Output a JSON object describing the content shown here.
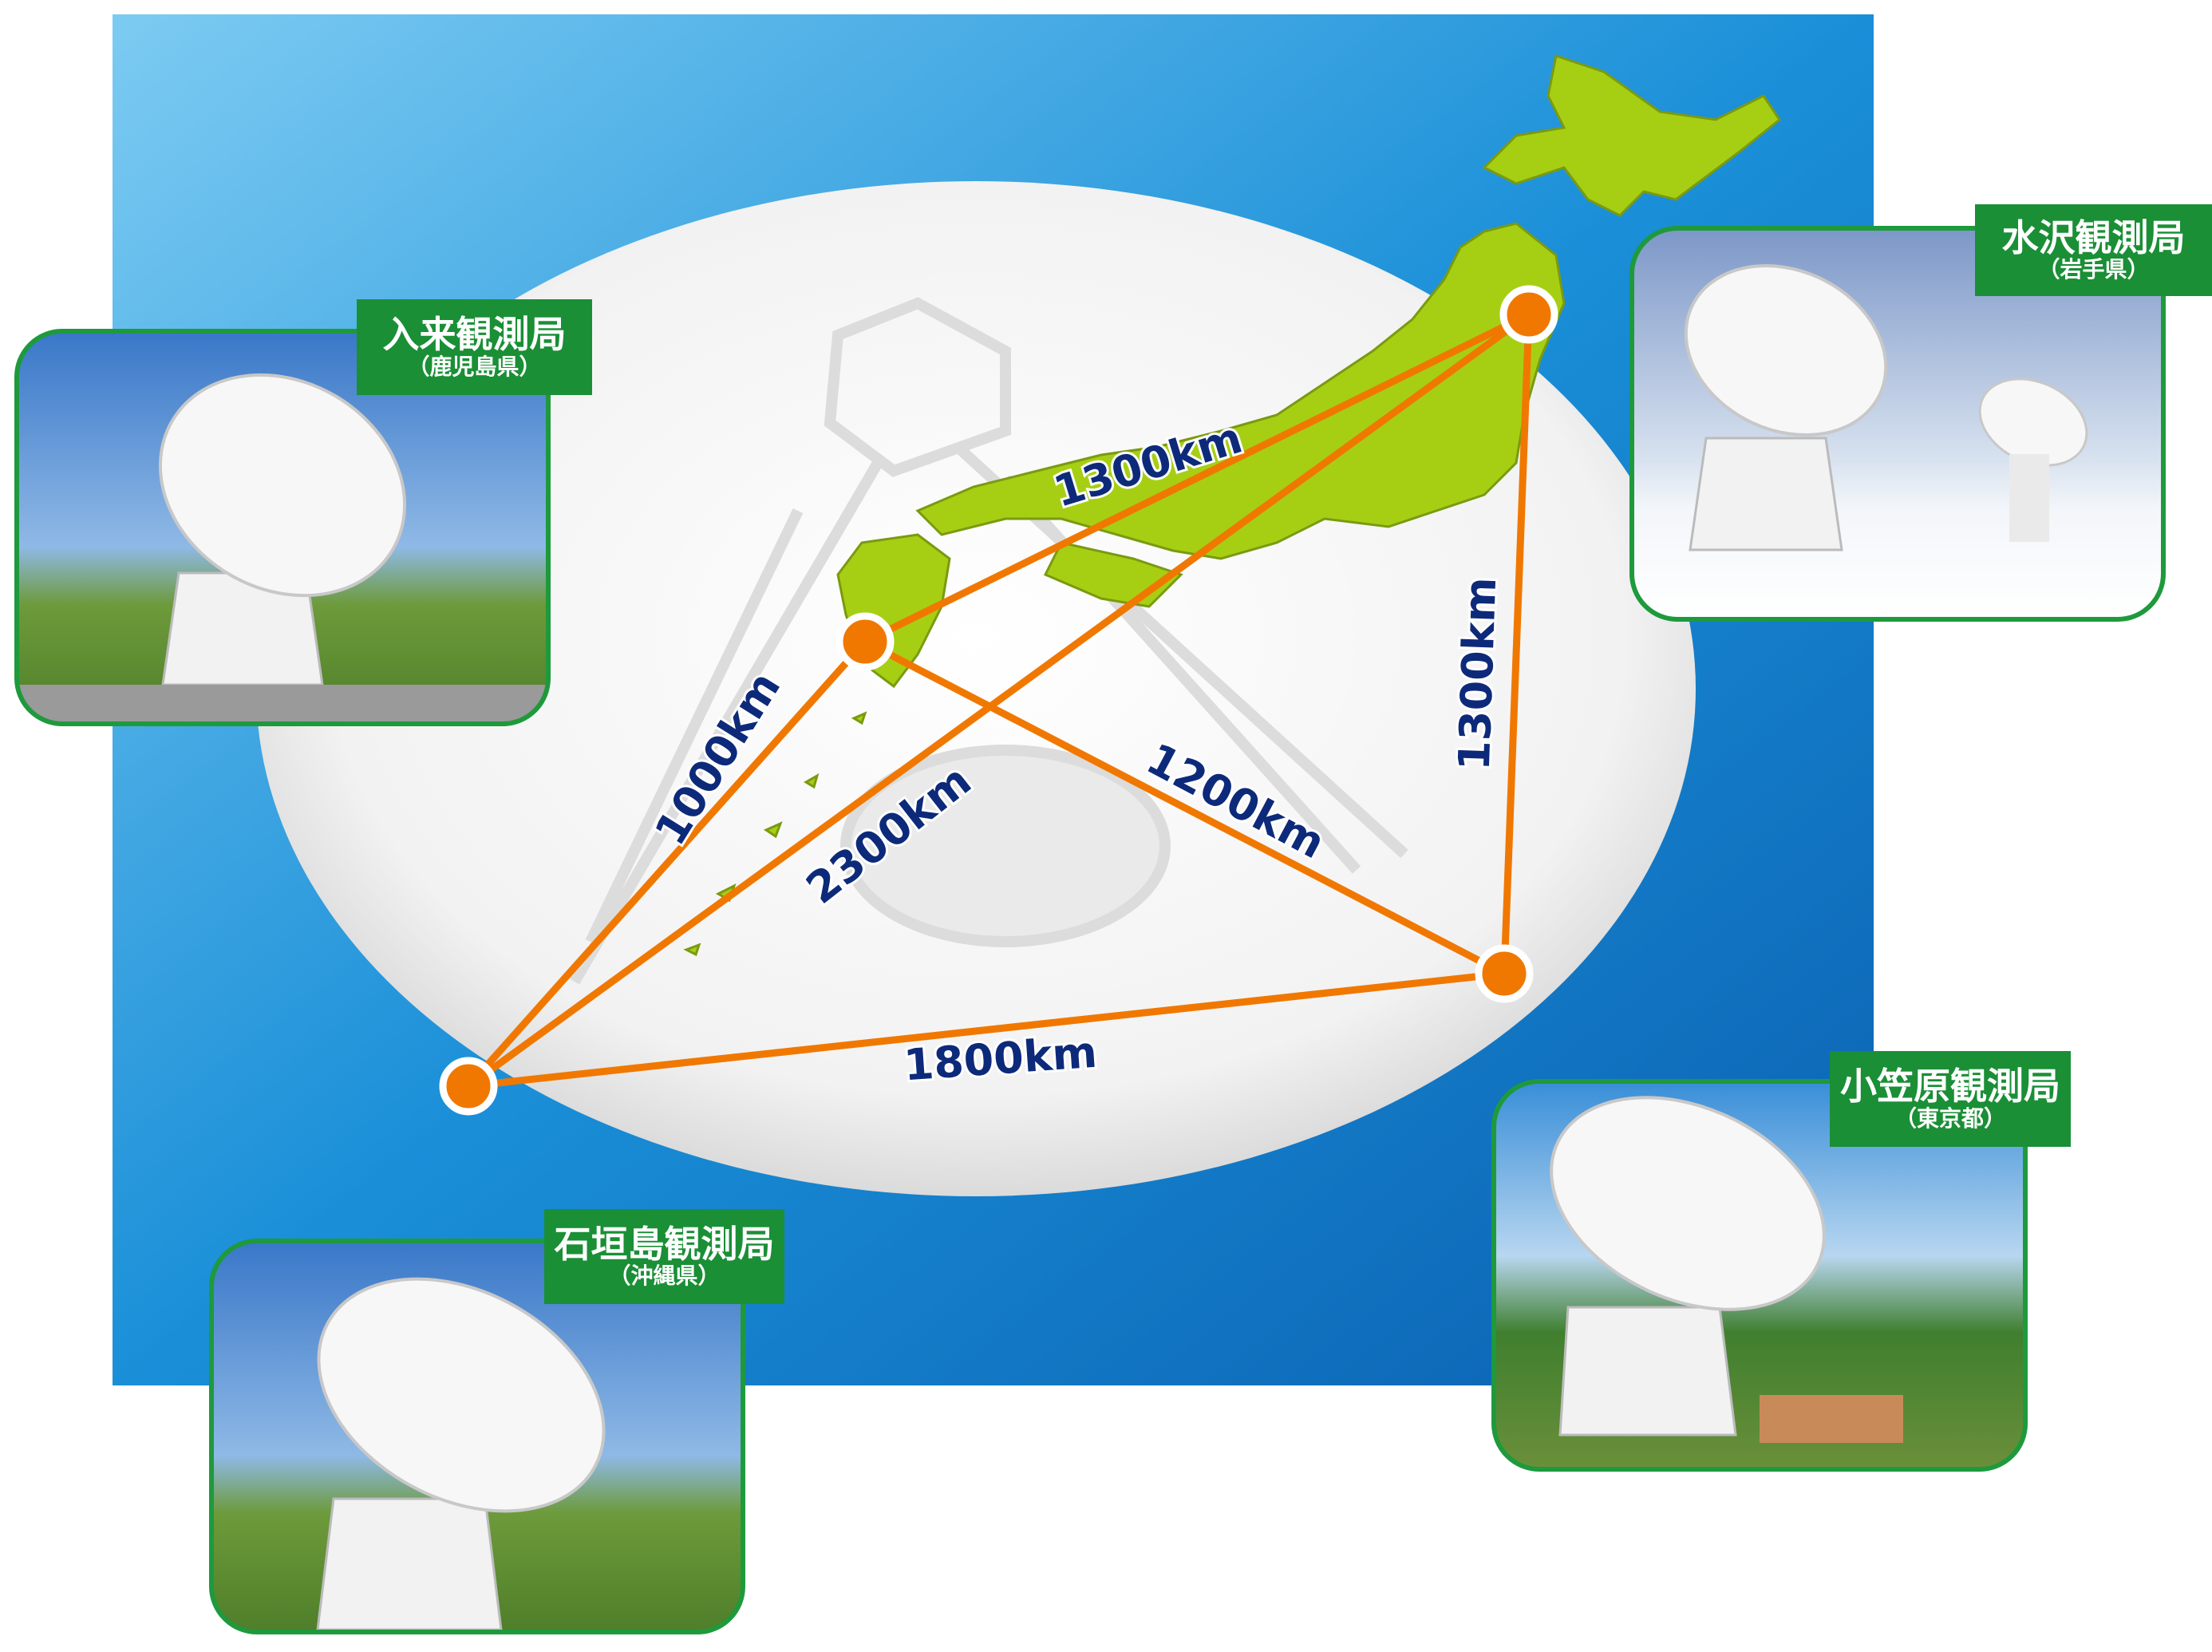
{
  "stations": [
    {
      "id": "iriki",
      "name": "入来観測局",
      "prefecture": "（鹿児島県）"
    },
    {
      "id": "mizusawa",
      "name": "水沢観測局",
      "prefecture": "（岩手県）"
    },
    {
      "id": "ogasawara",
      "name": "小笠原観測局",
      "prefecture": "（東京都）"
    },
    {
      "id": "ishigaki",
      "name": "石垣島観測局",
      "prefecture": "（沖縄県）"
    }
  ],
  "baselines": [
    {
      "from": "iriki",
      "to": "mizusawa",
      "label": "1300km"
    },
    {
      "from": "mizusawa",
      "to": "ogasawara",
      "label": "1300km"
    },
    {
      "from": "iriki",
      "to": "ishigaki",
      "label": "1000km"
    },
    {
      "from": "ishigaki",
      "to": "mizusawa",
      "label": "2300km"
    },
    {
      "from": "iriki",
      "to": "ogasawara",
      "label": "1200km"
    },
    {
      "from": "ishigaki",
      "to": "ogasawara",
      "label": "1800km"
    }
  ],
  "colors": {
    "ocean": "#1a8fd8",
    "land": "#a6cf14",
    "baseline": "#f07800",
    "label_bg": "#1a8f36",
    "distance_text": "#0d2a7a"
  }
}
